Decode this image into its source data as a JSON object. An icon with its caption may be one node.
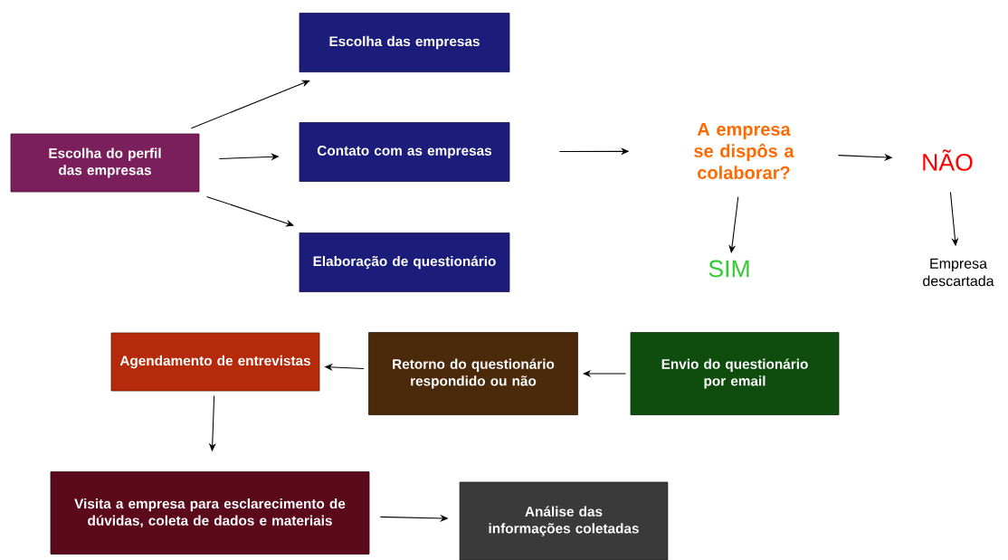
{
  "diagram": {
    "nodes": [
      {
        "text": [
          "Escolha do perfil das empresas"
        ]
      },
      {
        "text": [
          "Escolha das empresas"
        ]
      },
      {
        "text": [
          "Contato com as empresas"
        ]
      },
      {
        "text": [
          "Elaboração de questionário"
        ]
      },
      {
        "text": [
          "A empresa se dispôs a colaborar?"
        ]
      },
      {
        "text": [
          "NÃO"
        ]
      },
      {
        "text": [
          "SIM"
        ]
      },
      {
        "text": [
          "Empresa descartada"
        ]
      },
      {
        "text": [
          "Envio do questionário por email"
        ]
      },
      {
        "text": [
          "Retorno do questionário respondido ou não"
        ]
      },
      {
        "text": [
          "Agendamento de entrevistas"
        ]
      },
      {
        "text": [
          "Visita a empresa para esclarecimento de dúvidas, coleta de dados e materiais"
        ]
      },
      {
        "text": [
          "Análise das informações coletadas"
        ]
      }
    ],
    "edges": [
      {
        "from": 0,
        "to": 1,
        "arrow": "to"
      },
      {
        "from": 0,
        "to": 2,
        "arrow": "to"
      },
      {
        "from": 0,
        "to": 3,
        "arrow": "to"
      },
      {
        "from": 2,
        "to": 4,
        "arrow": "to"
      },
      {
        "from": 4,
        "to": 5,
        "arrow": "to"
      },
      {
        "from": 4,
        "to": 6,
        "arrow": "to"
      },
      {
        "from": 5,
        "to": 7,
        "arrow": "to"
      },
      {
        "from": 8,
        "to": 9,
        "arrow": "to"
      },
      {
        "from": 9,
        "to": 10,
        "arrow": "to"
      },
      {
        "from": 10,
        "to": 11,
        "arrow": "to"
      },
      {
        "from": 11,
        "to": 12,
        "arrow": "to"
      }
    ]
  }
}
